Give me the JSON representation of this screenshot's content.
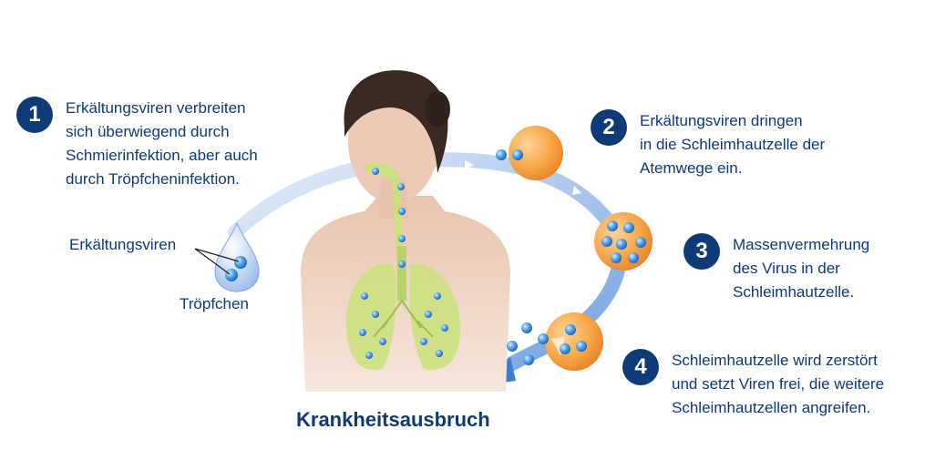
{
  "steps": [
    {
      "number": "1",
      "text": "Erkältungsviren verbreiten\nsich überwiegend durch\nSchmierinfektion, aber auch\ndurch Tröpfcheninfektion."
    },
    {
      "number": "2",
      "text": "Erkältungsviren dringen\nin die Schleimhautzelle der\nAtemwege ein."
    },
    {
      "number": "3",
      "text": "Massenvermehrung\ndes Virus in der\nSchleimhautzelle."
    },
    {
      "number": "4",
      "text": "Schleimhautzelle wird zerstört\nund setzt Viren frei, die weitere\nSchleimhautzellen angreifen."
    }
  ],
  "labels": {
    "virus": "Erkältungsviren",
    "droplet": "Tröpfchen",
    "outcome": "Krankheitsausbruch"
  },
  "colors": {
    "navy": "#0e3a78",
    "arrow": "#8fb3e6",
    "cell": "#f5a03a",
    "virus": "#3a8fe0",
    "lung": "#c9e27a"
  }
}
